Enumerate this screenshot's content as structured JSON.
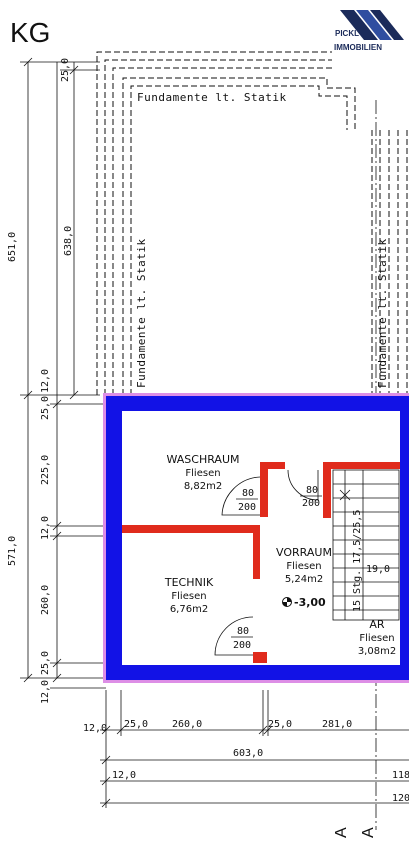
{
  "floor_label": "KG",
  "logo": {
    "name": "PICKL",
    "sub": "IMMOBILIEN"
  },
  "foundation_note": "Fundamente lt. Statik",
  "rooms": {
    "waschraum": {
      "name": "WASCHRAUM",
      "floor": "Fliesen",
      "area": "8,82m2"
    },
    "technik": {
      "name": "TECHNIK",
      "floor": "Fliesen",
      "area": "6,76m2"
    },
    "vorraum": {
      "name": "VORRAUM",
      "floor": "Fliesen",
      "area": "5,24m2"
    },
    "ar": {
      "name": "AR",
      "floor": "Fliesen",
      "area": "3,08m2"
    }
  },
  "level": "-3,00",
  "doors": {
    "wasch": {
      "width": "80",
      "height": "200"
    },
    "vor": {
      "width": "80",
      "height": "200"
    },
    "tech": {
      "width": "80",
      "height": "200"
    }
  },
  "stair_note": "15 Stg. 17,5/25,5",
  "stair_num": "19,0",
  "dims": {
    "top_a": "25,0",
    "left_outer": "651,0",
    "left_inner": "638,0",
    "v1": "12,0",
    "v2": "25,0",
    "v3": "225,0",
    "v4": "12,0",
    "v5": "260,0",
    "v6": "25,0",
    "v7": "12,0",
    "left_total": "571,0",
    "h1": "12,0",
    "h2": "25,0",
    "h3": "260,0",
    "h4": "25,0",
    "h5": "281,0",
    "h_total": "603,0",
    "h_b": "12,0",
    "right_a": "118",
    "right_b": "120",
    "section": "A"
  },
  "colors": {
    "outer_wall": "#1212e6",
    "outline": "#dd8ee6",
    "inner_wall": "#e02b1c"
  }
}
